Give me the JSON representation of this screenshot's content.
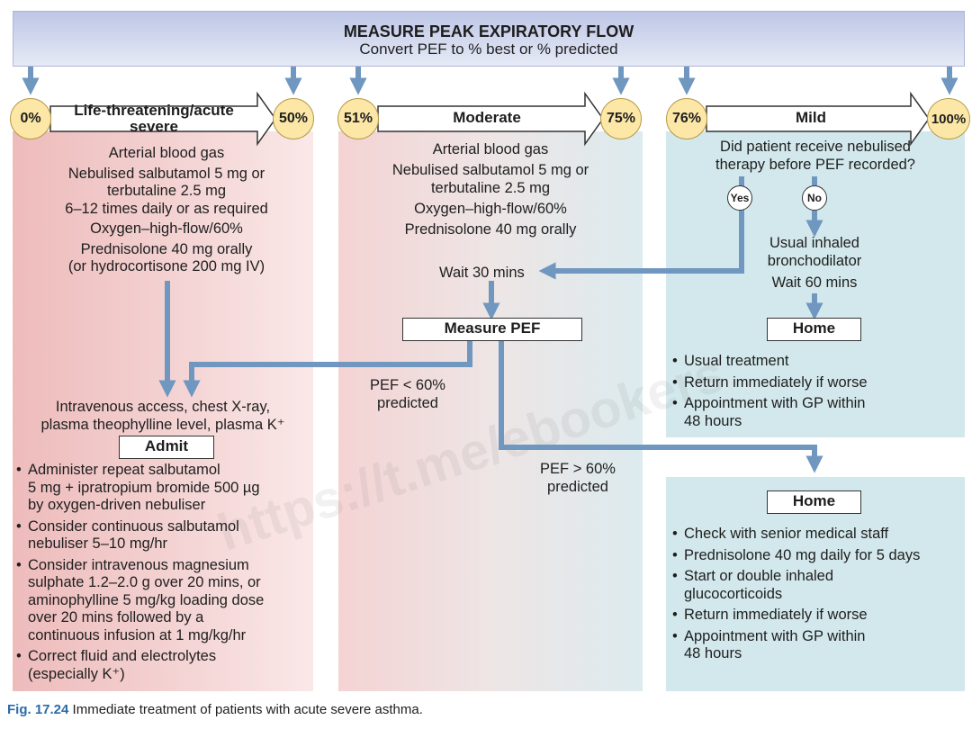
{
  "header": {
    "title": "MEASURE PEAK EXPIRATORY FLOW",
    "subtitle": "Convert PEF to % best or % predicted"
  },
  "bands": [
    {
      "start": "0%",
      "end": "50%",
      "label_lines": [
        "Life-threatening/acute",
        "severe"
      ]
    },
    {
      "start": "51%",
      "end": "75%",
      "label_lines": [
        "Moderate"
      ]
    },
    {
      "start": "76%",
      "end": "100%",
      "label_lines": [
        "Mild"
      ]
    }
  ],
  "severe": {
    "lines": [
      "Arterial blood gas",
      "Nebulised salbutamol 5 mg or",
      "terbutaline 2.5 mg",
      "6–12 times daily or as required",
      "Oxygen–high-flow/60%",
      "Prednisolone 40 mg orally",
      "(or hydrocortisone 200 mg IV)"
    ],
    "admit_intro_lines": [
      "Intravenous access, chest X-ray,",
      "plasma theophylline level, plasma K⁺"
    ],
    "admit_label": "Admit",
    "bullets": [
      [
        "Administer repeat salbutamol",
        "5 mg + ipratropium bromide 500 µg",
        "by oxygen-driven nebuliser"
      ],
      [
        "Consider continuous salbutamol",
        "nebuliser 5–10 mg/hr"
      ],
      [
        "Consider intravenous magnesium",
        "sulphate 1.2–2.0 g over 20 mins, or",
        "aminophylline 5 mg/kg loading dose",
        "over 20 mins followed by a",
        "continuous infusion at 1 mg/kg/hr"
      ],
      [
        "Correct fluid and electrolytes",
        "(especially K⁺)"
      ]
    ]
  },
  "moderate": {
    "lines": [
      "Arterial blood gas",
      "Nebulised salbutamol 5 mg or",
      "terbutaline 2.5 mg",
      "Oxygen–high-flow/60%",
      "Prednisolone 40 mg orally"
    ],
    "wait": "Wait 30 mins",
    "measure_label": "Measure PEF",
    "low_lines": [
      "PEF < 60%",
      "predicted"
    ],
    "high_lines": [
      "PEF > 60%",
      "predicted"
    ]
  },
  "mild": {
    "question_lines": [
      "Did patient receive nebulised",
      "therapy before PEF recorded?"
    ],
    "yes": "Yes",
    "no": "No",
    "usual_lines": [
      "Usual inhaled",
      "bronchodilator"
    ],
    "wait": "Wait 60 mins",
    "home_label": "Home",
    "bullets": [
      [
        "Usual treatment"
      ],
      [
        "Return immediately if worse"
      ],
      [
        "Appointment with GP within",
        "48 hours"
      ]
    ]
  },
  "home2": {
    "label": "Home",
    "bullets": [
      [
        "Check with senior medical staff"
      ],
      [
        "Prednisolone 40 mg daily for 5 days"
      ],
      [
        "Start or double inhaled",
        "glucocorticoids"
      ],
      [
        "Return immediately if worse"
      ],
      [
        "Appointment with GP within",
        "48 hours"
      ]
    ]
  },
  "caption": {
    "label": "Fig. 17.24",
    "text": "Immediate treatment of patients with acute severe asthma."
  },
  "watermark": "https://t.me/ebookers",
  "colors": {
    "arrow": "#6f97bf",
    "severe_panel": "#eebbbb",
    "mild_panel": "#d3e8ec",
    "circle": "#fce7a7",
    "caption_label": "#2b6aa8"
  }
}
